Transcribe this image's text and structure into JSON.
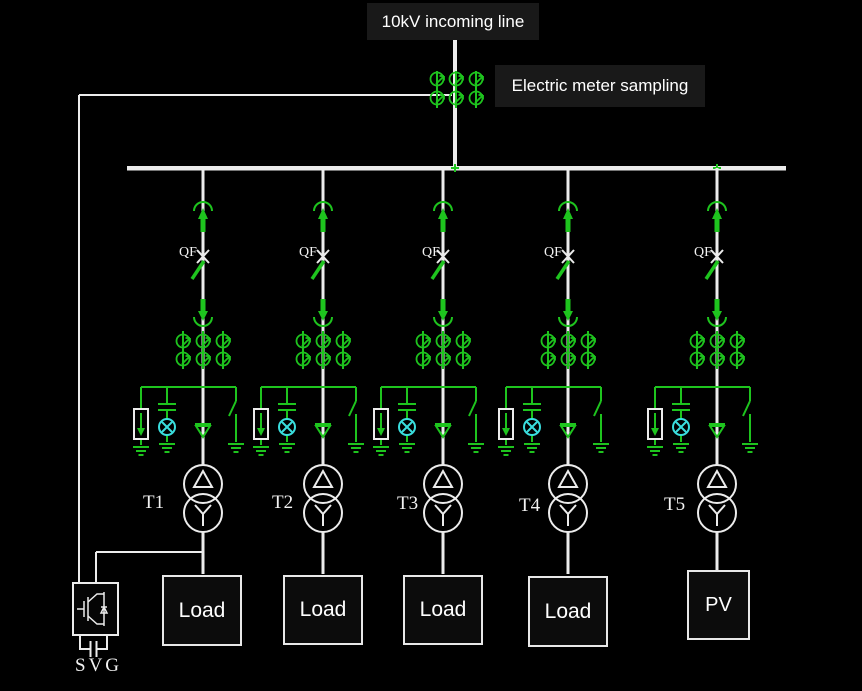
{
  "header": {
    "title": "10kV incoming line",
    "meter_sampling_label": "Electric meter sampling"
  },
  "compensator": {
    "label": "SVG"
  },
  "feeders": [
    {
      "breaker_label": "QF",
      "transformer_label": "T1",
      "terminal_label": "Load"
    },
    {
      "breaker_label": "QF",
      "transformer_label": "T2",
      "terminal_label": "Load"
    },
    {
      "breaker_label": "QF",
      "transformer_label": "T3",
      "terminal_label": "Load"
    },
    {
      "breaker_label": "QF",
      "transformer_label": "T4",
      "terminal_label": "Load"
    },
    {
      "breaker_label": "QF",
      "transformer_label": "T5",
      "terminal_label": "PV"
    }
  ],
  "colors": {
    "background": "#000000",
    "line_white": "#ececec",
    "symbol_green": "#1ec41e",
    "lamp_cyan": "#3adede",
    "label_box_bg": "#191919"
  }
}
